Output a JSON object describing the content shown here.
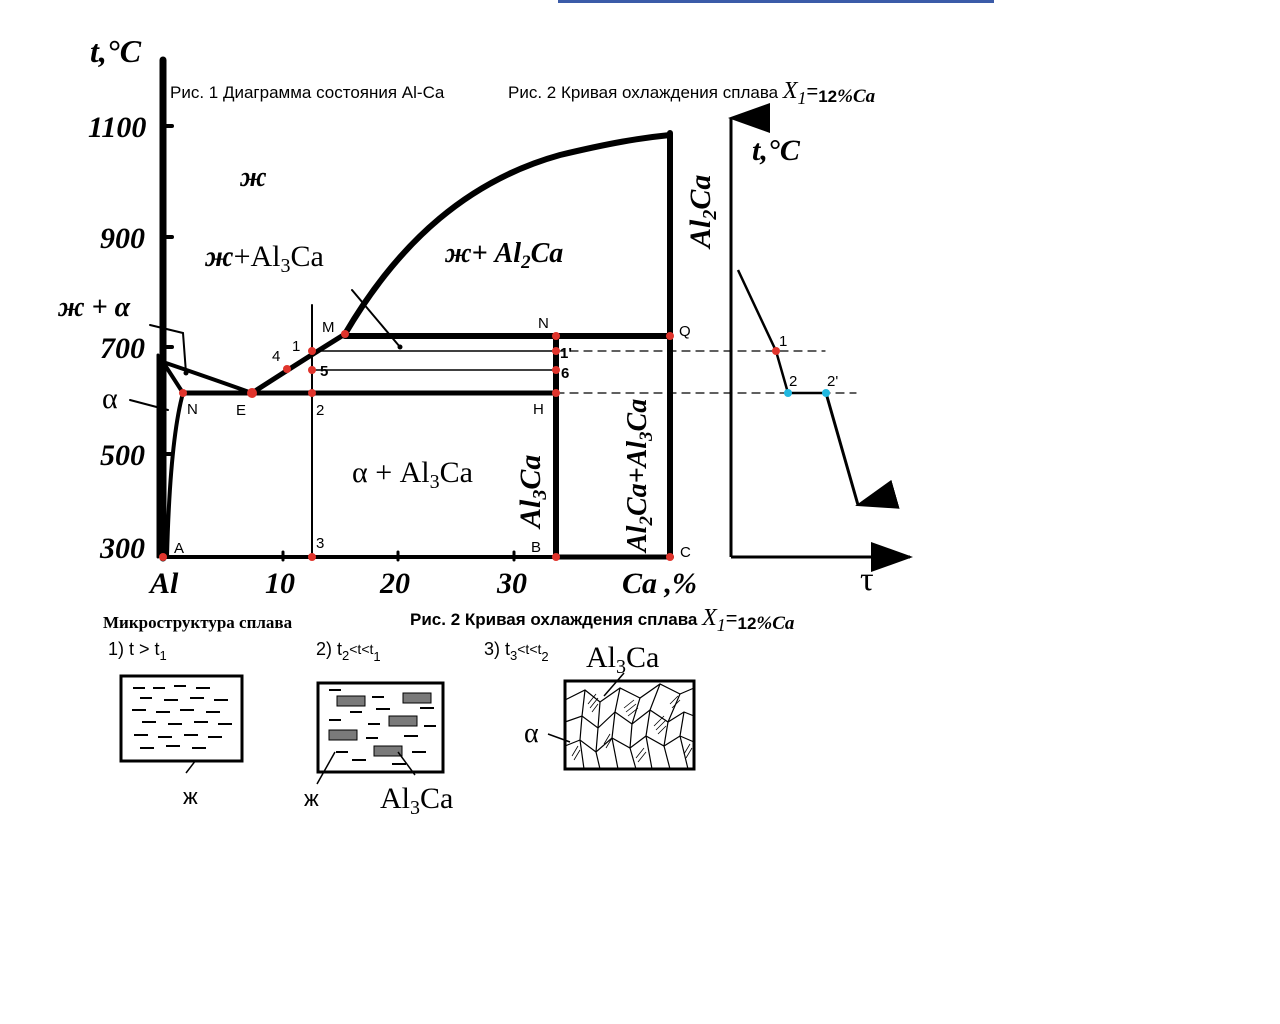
{
  "colors": {
    "ink": "#000000",
    "point": "#e0342c",
    "point_alt": "#22b8e0",
    "hatch": "#7a7a7a",
    "top_bar": "#3b5ba8"
  },
  "phase_diagram": {
    "y_axis_label": "t,°C",
    "y_ticks": [
      "1100",
      "900",
      "700",
      "500",
      "300"
    ],
    "x_ticks": [
      "Al",
      "10",
      "20",
      "30",
      "Ca ,%"
    ],
    "caption": "Рис. 1 Диаграмма состояния Al-Ca",
    "regions": {
      "liquid": "ж",
      "liquid_al3ca_prefix": "ж",
      "liquid_al3ca_phase": "+Al",
      "liquid_al3ca_sub": "3",
      "liquid_al3ca_end": "Ca",
      "liquid_al2ca_prefix": "ж",
      "liquid_al2ca_phase": "+ Al",
      "liquid_al2ca_sub": "2",
      "liquid_al2ca_end": "Ca",
      "liquid_alpha": "ж + α",
      "alpha": "α",
      "alpha_al3ca_prefix": "α + Al",
      "alpha_al3ca_sub": "3",
      "alpha_al3ca_end": "Ca",
      "al2ca_vertical_a": "Al",
      "al2ca_vertical_sub": "2",
      "al2ca_vertical_b": "Ca",
      "al3ca_vertical_a": "Al",
      "al3ca_vertical_sub": "3",
      "al3ca_vertical_b": "Ca",
      "al2ca_al3ca_a": "Al",
      "al2ca_al3ca_sub1": "2",
      "al2ca_al3ca_b": "Ca+Al",
      "al2ca_al3ca_sub2": "3",
      "al2ca_al3ca_c": "Ca"
    },
    "points": {
      "A": "A",
      "B": "B",
      "C": "C",
      "E": "E",
      "N_left": "N",
      "N_top": "N",
      "H": "H",
      "M": "M",
      "Q": "Q",
      "p1": "1",
      "p1prime": "1'",
      "p2": "2",
      "p3": "3",
      "p4": "4",
      "p5": "5",
      "p6": "6"
    }
  },
  "cooling_curve": {
    "caption_prefix": "Рис. 2 Кривая охлаждения сплава ",
    "caption_var": "X",
    "caption_sub": "1",
    "caption_eq": "=",
    "caption_val": "12",
    "caption_unit": "%Ca",
    "y_axis_label": "t,°C",
    "x_axis_label": "τ",
    "points": {
      "p1": "1",
      "p2": "2",
      "p2prime": "2'"
    }
  },
  "bottom_caption": {
    "prefix": "Рис. 2 Кривая охлаждения сплава ",
    "var": "X",
    "sub": "1",
    "eq": "=",
    "val": "12",
    "unit": "%Ca"
  },
  "microstructure": {
    "title": "Микроструктура сплава",
    "panels": [
      {
        "label_num": "1) t > t",
        "label_sub": "1",
        "label_tail": ""
      },
      {
        "label_num": "2) t",
        "label_sub": "2",
        "label_tail": "<t<t",
        "label_sub2": "1"
      },
      {
        "label_num": "3) t",
        "label_sub": "3",
        "label_tail": "<t<t",
        "label_sub2": "2"
      }
    ],
    "liquid_label": "ж",
    "liquid_label_2": "ж",
    "al3ca_a": "Al",
    "al3ca_sub": "3",
    "al3ca_b": "Ca",
    "al3ca_top_a": "Al",
    "al3ca_top_sub": "3",
    "al3ca_top_b": "Ca",
    "alpha_label": "α"
  }
}
